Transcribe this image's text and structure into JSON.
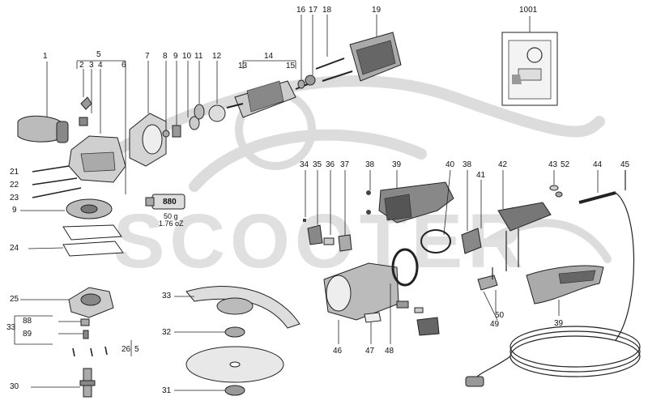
{
  "watermark": {
    "text": "SCOOTER",
    "color": "#d9d9d9"
  },
  "tube": {
    "label": "880",
    "weight_g": "50 g",
    "weight_oz": "1.76 oZ"
  },
  "part_labels": [
    "1",
    "2",
    "3",
    "4",
    "5",
    "6",
    "7",
    "8",
    "9",
    "10",
    "11",
    "12",
    "13",
    "14",
    "15",
    "16",
    "17",
    "18",
    "19",
    "1001",
    "21",
    "22",
    "23",
    "9",
    "24",
    "25",
    "88",
    "33",
    "89",
    "26",
    "5",
    "30",
    "33",
    "32",
    "31",
    "34",
    "35",
    "36",
    "37",
    "38",
    "39",
    "40",
    "38",
    "41",
    "42",
    "43",
    "52",
    "44",
    "45",
    "46",
    "47",
    "48",
    "50",
    "49",
    "39"
  ]
}
